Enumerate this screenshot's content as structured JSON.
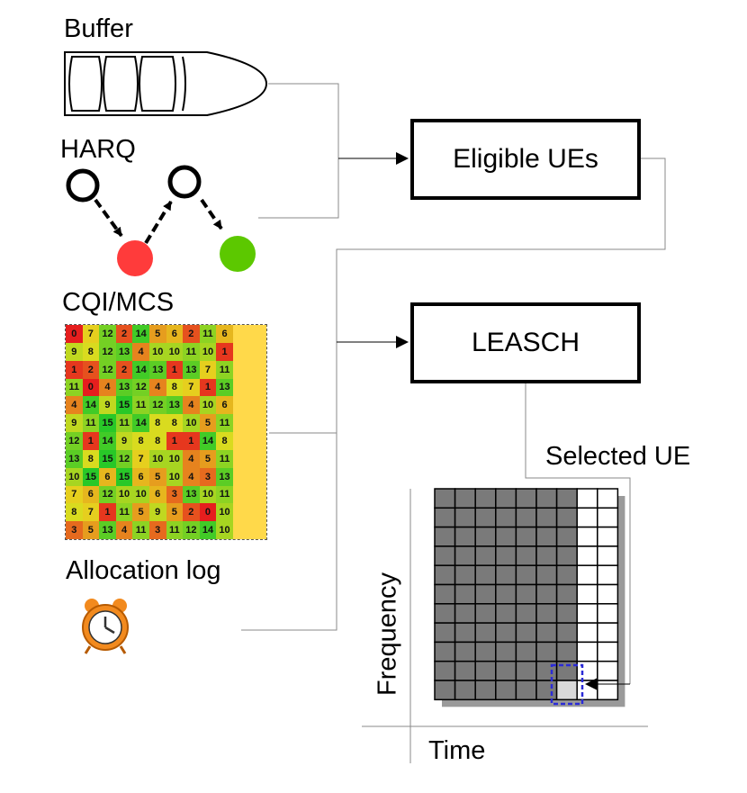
{
  "labels": {
    "buffer": "Buffer",
    "harq": "HARQ",
    "cqi_mcs": "CQI/MCS",
    "allocation_log": "Allocation log",
    "eligible_ues": "Eligible UEs",
    "leasch": "LEASCH",
    "selected_ue": "Selected UE",
    "frequency": "Frequency",
    "time": "Time"
  },
  "cqi_matrix": [
    [
      0,
      7,
      12,
      2,
      14,
      5,
      6,
      2,
      11,
      6,
      "",
      ""
    ],
    [
      9,
      8,
      12,
      13,
      4,
      10,
      10,
      11,
      10,
      1,
      "",
      ""
    ],
    [
      1,
      2,
      12,
      2,
      14,
      13,
      1,
      13,
      7,
      11,
      "",
      ""
    ],
    [
      11,
      0,
      4,
      13,
      12,
      4,
      8,
      7,
      1,
      13,
      "",
      ""
    ],
    [
      4,
      14,
      9,
      15,
      11,
      12,
      13,
      4,
      10,
      6,
      "",
      ""
    ],
    [
      9,
      11,
      15,
      11,
      14,
      8,
      8,
      10,
      5,
      11,
      "",
      ""
    ],
    [
      12,
      1,
      14,
      9,
      8,
      8,
      1,
      1,
      14,
      8,
      "",
      ""
    ],
    [
      13,
      8,
      15,
      12,
      7,
      10,
      10,
      4,
      5,
      11,
      "",
      ""
    ],
    [
      10,
      15,
      6,
      15,
      6,
      5,
      10,
      4,
      3,
      13,
      "",
      ""
    ],
    [
      7,
      6,
      12,
      10,
      10,
      6,
      3,
      13,
      10,
      11,
      "",
      ""
    ],
    [
      8,
      7,
      1,
      11,
      5,
      9,
      5,
      2,
      0,
      10,
      "",
      ""
    ],
    [
      3,
      5,
      13,
      4,
      11,
      3,
      11,
      12,
      14,
      10,
      "",
      ""
    ]
  ],
  "colors": {
    "harq_red": "#ff3b3b",
    "harq_green": "#5cc800",
    "alloc_bg": "#6f9ecf",
    "alloc_bar": "#c6e4b0",
    "clock": "#f28a1e",
    "grid_used": "#7a7a7a",
    "grid_selected": "#d9d9d9",
    "selection_outline": "#2b2bd6"
  },
  "icons": {
    "buffer": "queue-buffer-icon",
    "clock": "alarm-clock-icon"
  }
}
